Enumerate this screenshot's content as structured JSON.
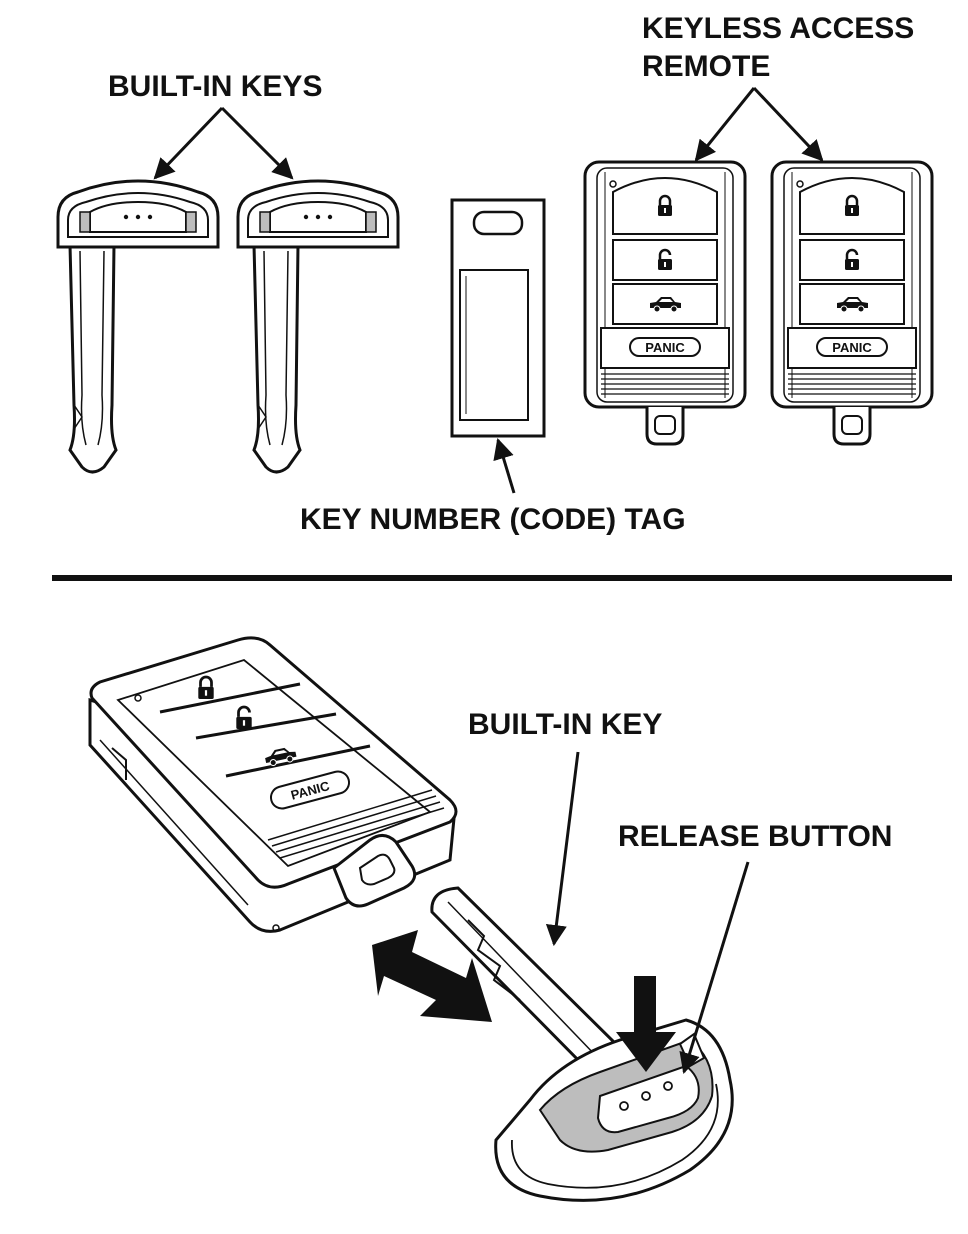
{
  "labels": {
    "built_in_keys": "BUILT-IN KEYS",
    "keyless_line1": "KEYLESS ACCESS",
    "keyless_line2": "REMOTE",
    "key_number_tag": "KEY NUMBER (CODE) TAG",
    "built_in_key": "BUILT-IN KEY",
    "release_button": "RELEASE BUTTON"
  },
  "remote": {
    "panic_label": "PANIC",
    "buttons": [
      "lock",
      "unlock",
      "trunk",
      "panic"
    ]
  },
  "colors": {
    "ink": "#111111",
    "paper": "#ffffff",
    "shade": "#bdbdbd"
  }
}
